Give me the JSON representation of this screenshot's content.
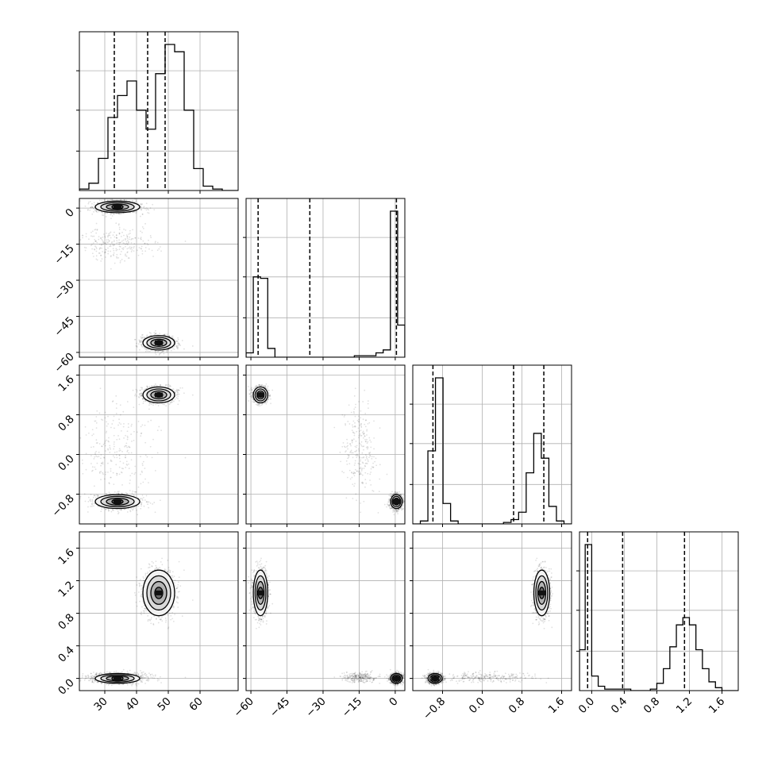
{
  "chart_data": {
    "type": "corner",
    "parameters": [
      {
        "ticks": [
          30,
          40,
          50,
          60
        ],
        "tick_labels": [
          "30",
          "40",
          "50",
          "60"
        ],
        "range": [
          22,
          72
        ],
        "quantiles": [
          33,
          43.5,
          49
        ]
      },
      {
        "ticks": [
          -60,
          -45,
          -30,
          -15,
          0
        ],
        "tick_labels": [
          "−60",
          "−45",
          "−30",
          "−15",
          "0"
        ],
        "range": [
          -62,
          4
        ],
        "quantiles": [
          -57,
          -35.5,
          0.5
        ]
      },
      {
        "ticks": [
          -0.8,
          0.0,
          0.8,
          1.6
        ],
        "tick_labels": [
          "−0.8",
          "0.0",
          "0.8",
          "1.6"
        ],
        "range": [
          -1.4,
          1.8
        ],
        "quantiles": [
          -1.0,
          0.6,
          1.2
        ]
      },
      {
        "ticks": [
          0.0,
          0.4,
          0.8,
          1.2,
          1.6
        ],
        "tick_labels": [
          "0.0",
          "0.4",
          "0.8",
          "1.2",
          "1.6"
        ],
        "range": [
          -0.15,
          1.8
        ],
        "quantiles": [
          -0.05,
          0.38,
          1.14
        ]
      }
    ],
    "histograms": [
      {
        "bin_edges": [
          22,
          25,
          28,
          31,
          34,
          37,
          40,
          43,
          46,
          49,
          52,
          55,
          58,
          61,
          64,
          67,
          70,
          72
        ],
        "counts": [
          0.01,
          0.05,
          0.22,
          0.5,
          0.65,
          0.75,
          0.55,
          0.42,
          0.8,
          1.0,
          0.95,
          0.55,
          0.15,
          0.03,
          0.01,
          0.0,
          0.0
        ]
      },
      {
        "bin_edges": [
          -62,
          -59,
          -56,
          -53,
          -50,
          -47,
          -44,
          -41,
          -38,
          -35,
          -32,
          -29,
          -26,
          -23,
          -20,
          -17,
          -14,
          -11,
          -8,
          -5,
          -2,
          1,
          4
        ],
        "counts": [
          0.03,
          0.55,
          0.54,
          0.06,
          0.0,
          0.0,
          0.0,
          0.0,
          0.0,
          0.0,
          0.0,
          0.0,
          0.0,
          0.0,
          0.0,
          0.01,
          0.01,
          0.01,
          0.03,
          0.05,
          1.0,
          0.22
        ]
      },
      {
        "bin_edges": [
          -1.4,
          -1.25,
          -1.1,
          -0.95,
          -0.8,
          -0.65,
          -0.5,
          -0.35,
          -0.2,
          -0.05,
          0.1,
          0.25,
          0.4,
          0.55,
          0.7,
          0.85,
          1.0,
          1.15,
          1.3,
          1.45,
          1.6,
          1.75
        ],
        "counts": [
          0.0,
          0.02,
          0.5,
          1.0,
          0.14,
          0.02,
          0.0,
          0.0,
          0.0,
          0.0,
          0.0,
          0.0,
          0.01,
          0.03,
          0.08,
          0.35,
          0.62,
          0.45,
          0.12,
          0.02,
          0.0
        ]
      },
      {
        "bin_edges": [
          -0.15,
          -0.08,
          0.0,
          0.08,
          0.16,
          0.24,
          0.32,
          0.4,
          0.48,
          0.56,
          0.64,
          0.72,
          0.8,
          0.88,
          0.96,
          1.04,
          1.12,
          1.2,
          1.28,
          1.36,
          1.44,
          1.52,
          1.6,
          1.68,
          1.8
        ],
        "counts": [
          0.28,
          1.0,
          0.1,
          0.03,
          0.01,
          0.01,
          0.01,
          0.01,
          0.0,
          0.0,
          0.0,
          0.01,
          0.05,
          0.15,
          0.3,
          0.45,
          0.5,
          0.45,
          0.28,
          0.15,
          0.06,
          0.02,
          0.0,
          0.0
        ]
      }
    ],
    "clusters": [
      {
        "mean": [
          34,
          0.5,
          -0.95,
          0.0
        ],
        "sd": [
          3.5,
          1.2,
          0.07,
          0.03
        ],
        "weight": 0.45
      },
      {
        "mean": [
          47,
          -56,
          1.2,
          1.05
        ],
        "sd": [
          2.5,
          1.5,
          0.08,
          0.14
        ],
        "weight": 0.45
      },
      {
        "mean": [
          34,
          -15,
          0.1,
          0.01
        ],
        "sd": [
          6,
          3.5,
          0.5,
          0.03
        ],
        "weight": 0.1
      }
    ],
    "grid": true,
    "legend": "none"
  }
}
